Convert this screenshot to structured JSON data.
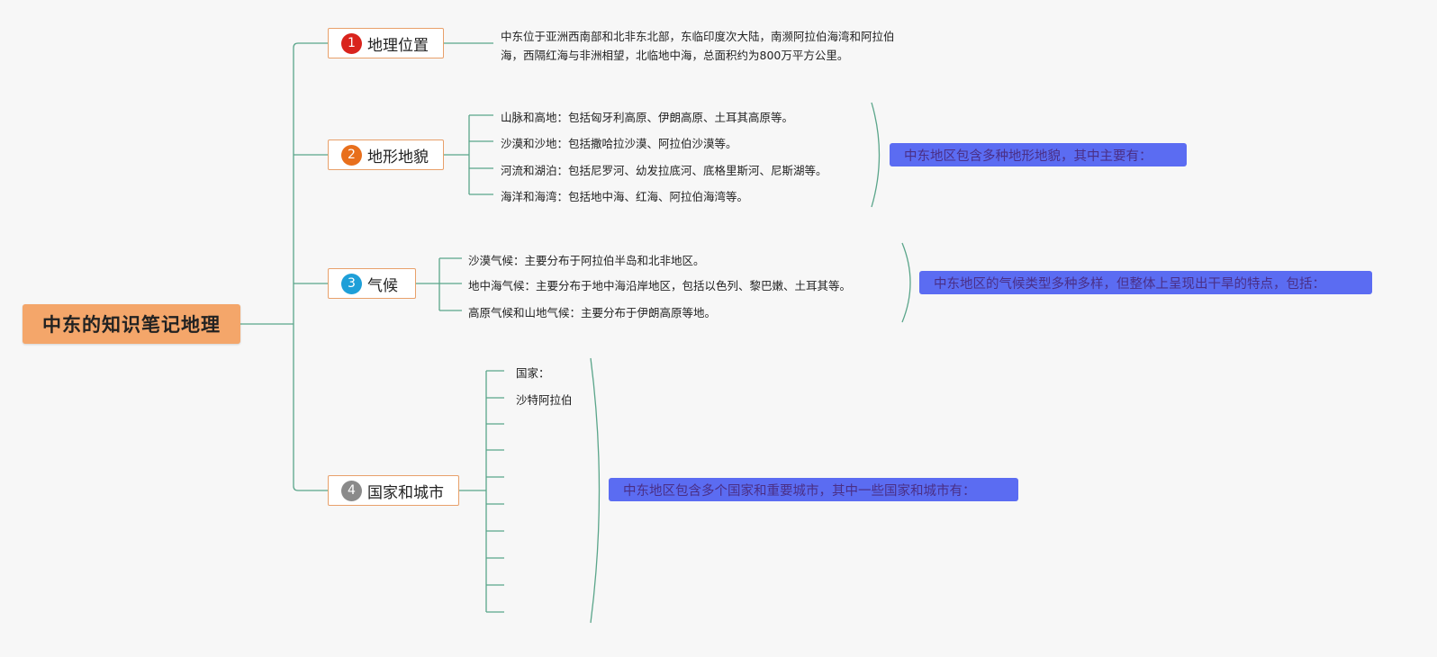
{
  "root": {
    "label": "中东的知识笔记地理"
  },
  "topics": [
    {
      "number": "1",
      "label": "地理位置",
      "color": "#d9231c"
    },
    {
      "number": "2",
      "label": "地形地貌",
      "color": "#e86f1c"
    },
    {
      "number": "3",
      "label": "气候",
      "color": "#1e9fd8"
    },
    {
      "number": "4",
      "label": "国家和城市",
      "color": "#8a8a8a"
    }
  ],
  "location": {
    "line1": "中东位于亚洲西南部和北非东北部，东临印度次大陆，南濒阿拉伯海湾和阿拉伯",
    "line2": "海，西隔红海与非洲相望，北临地中海，总面积约为800万平方公里。"
  },
  "terrain": {
    "items": [
      "山脉和高地：包括匈牙利高原、伊朗高原、土耳其高原等。",
      "沙漠和沙地：包括撒哈拉沙漠、阿拉伯沙漠等。",
      "河流和湖泊：包括尼罗河、幼发拉底河、底格里斯河、尼斯湖等。",
      "海洋和海湾：包括地中海、红海、阿拉伯海湾等。"
    ],
    "summary": "中东地区包含多种地形地貌，其中主要有："
  },
  "climate": {
    "items": [
      "沙漠气候：主要分布于阿拉伯半岛和北非地区。",
      "地中海气候：主要分布于地中海沿岸地区，包括以色列、黎巴嫩、土耳其等。",
      "高原气候和山地气候：主要分布于伊朗高原等地。"
    ],
    "summary": "中东地区的气候类型多种多样，但整体上呈现出干旱的特点，包括："
  },
  "countries": {
    "items": [
      "国家：",
      "沙特阿拉伯"
    ],
    "summary": "中东地区包含多个国家和重要城市，其中一些国家和城市有："
  },
  "colors": {
    "line": "#5aa58a",
    "topic_border": "#e8a06a",
    "root_fill": "#f4a66a",
    "summary_fill": "#5b6cf2"
  }
}
